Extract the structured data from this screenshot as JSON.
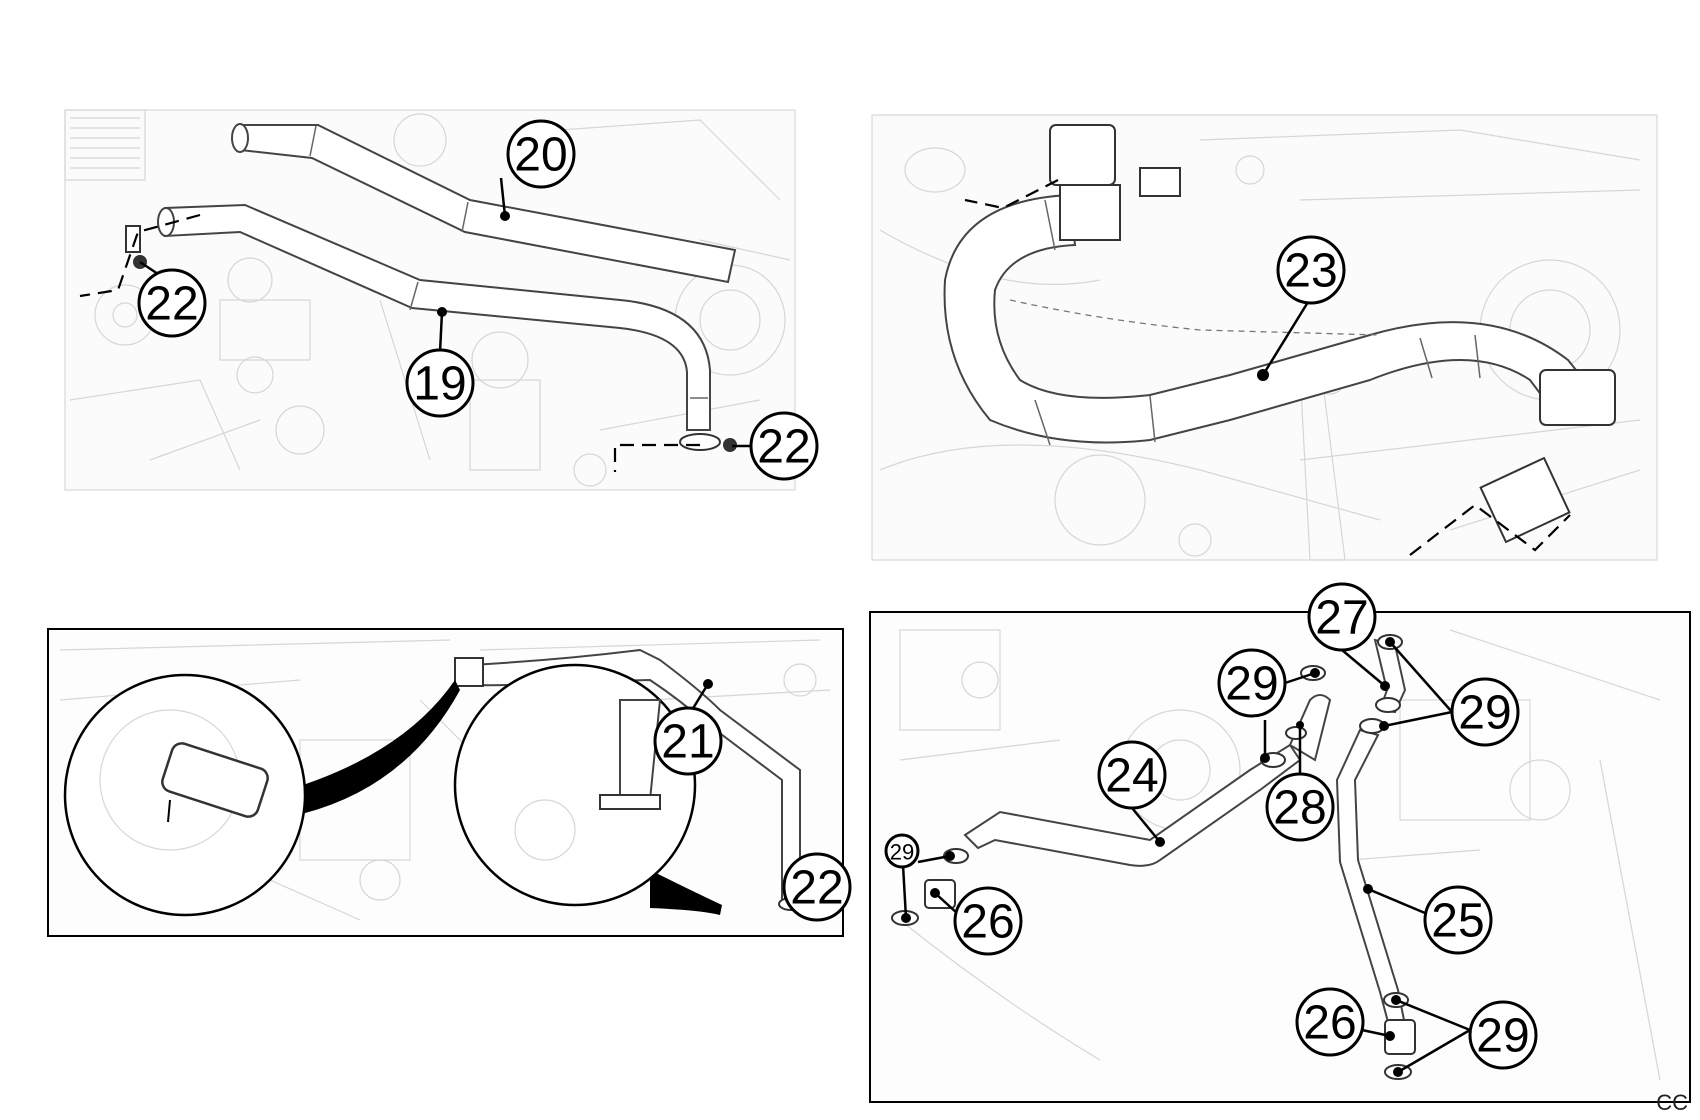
{
  "figure_code": "CC",
  "callouts": {
    "p1_20": "20",
    "p1_19": "19",
    "p1_22a": "22",
    "p1_22b": "22",
    "p2_23": "23",
    "p3_21": "21",
    "p3_22": "22",
    "p4_27": "27",
    "p4_29a": "29",
    "p4_29b": "29",
    "p4_29c": "29",
    "p4_29d": "29",
    "p4_24": "24",
    "p4_28": "28",
    "p4_26a": "26",
    "p4_26b": "26",
    "p4_25": "25"
  }
}
